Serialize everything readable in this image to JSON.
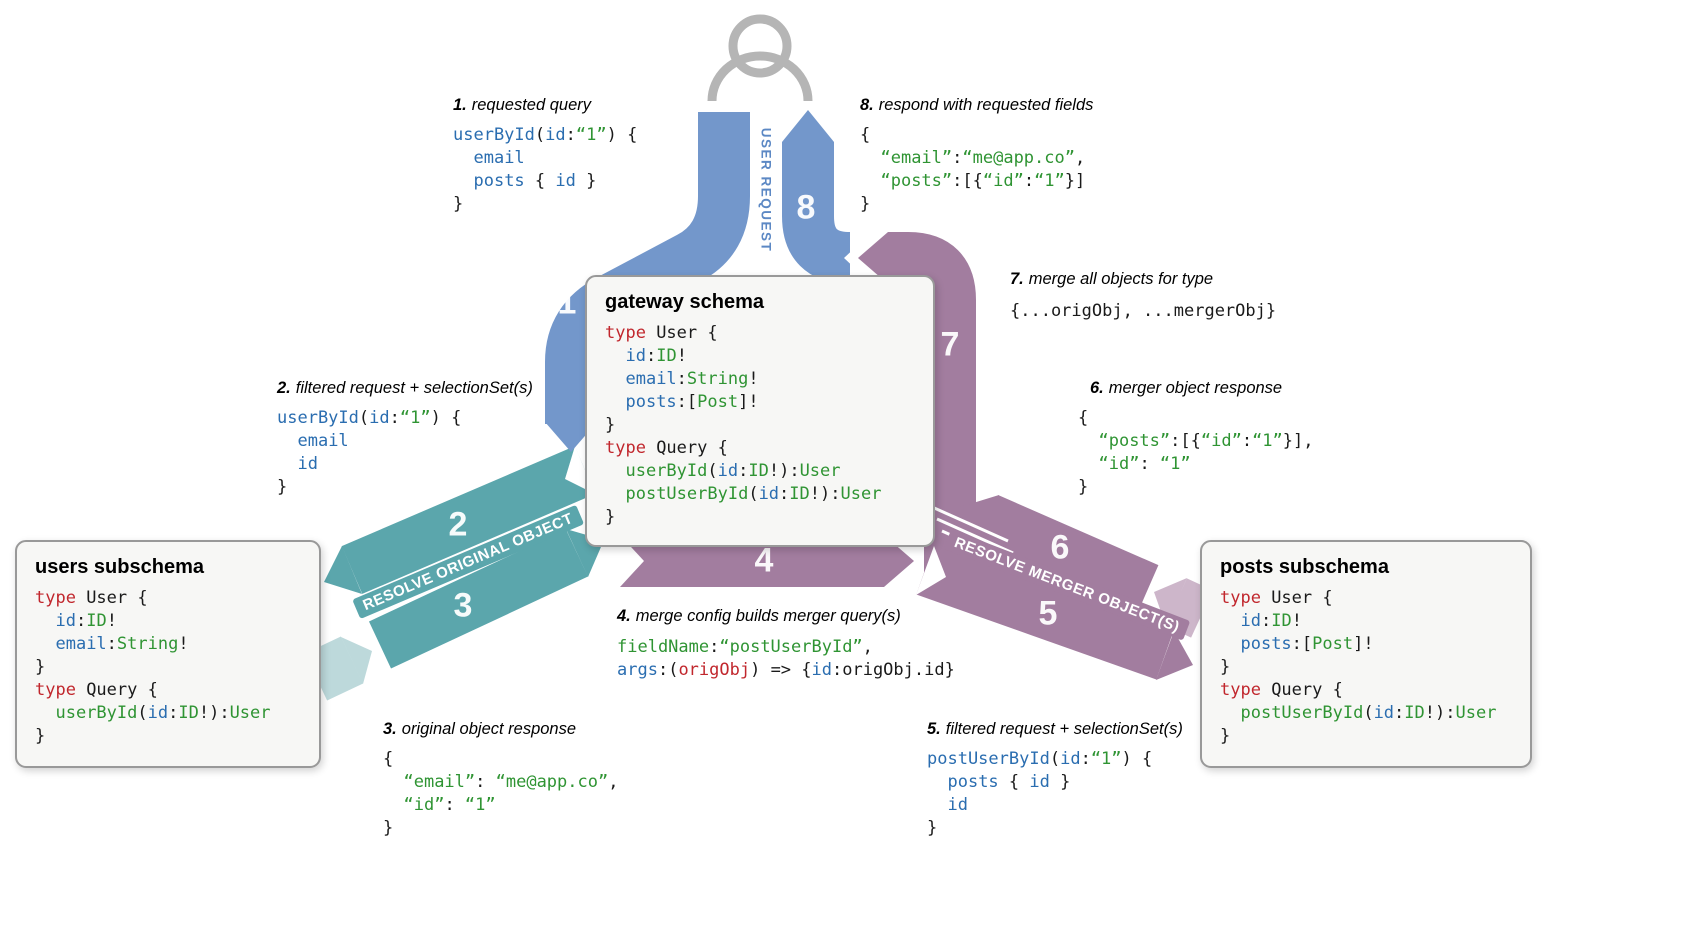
{
  "colors": {
    "blue": "#7397cb",
    "blue_label": "#5c88c4",
    "teal": "#5ba6ac",
    "teal_light": "#bdd9db",
    "purple": "#a27d9f",
    "purple_light": "#cdb6ca",
    "icon_gray": "#b5b5b5",
    "code_red": "#c1272d",
    "code_blue": "#2a6db0",
    "code_green": "#2f9433"
  },
  "arrows": {
    "numbers": {
      "n1": "1",
      "n2": "2",
      "n3": "3",
      "n4": "4",
      "n5": "5",
      "n6": "6",
      "n7": "7",
      "n8": "8"
    },
    "labels": {
      "user_request": "USER REQUEST",
      "resolve_original": "RESOLVE ORIGINAL OBJECT",
      "resolve_merger": "RESOLVE MERGER OBJECT(S)"
    }
  },
  "panels": {
    "gateway": {
      "title": "gateway schema",
      "code": [
        [
          [
            "k",
            "type"
          ],
          [
            "d",
            " User {"
          ]
        ],
        [
          [
            "d",
            "  "
          ],
          [
            "b",
            "id"
          ],
          [
            "d",
            ":"
          ],
          [
            "g",
            "ID"
          ],
          [
            "d",
            "!"
          ]
        ],
        [
          [
            "d",
            "  "
          ],
          [
            "b",
            "email"
          ],
          [
            "d",
            ":"
          ],
          [
            "g",
            "String"
          ],
          [
            "d",
            "!"
          ]
        ],
        [
          [
            "d",
            "  "
          ],
          [
            "b",
            "posts"
          ],
          [
            "d",
            ":["
          ],
          [
            "g",
            "Post"
          ],
          [
            "d",
            "]!"
          ]
        ],
        [
          [
            "d",
            "}"
          ]
        ],
        [
          [
            "k",
            "type"
          ],
          [
            "d",
            " Query {"
          ]
        ],
        [
          [
            "d",
            "  "
          ],
          [
            "g",
            "userById"
          ],
          [
            "d",
            "("
          ],
          [
            "b",
            "id"
          ],
          [
            "d",
            ":"
          ],
          [
            "g",
            "ID"
          ],
          [
            "d",
            "!):"
          ],
          [
            "g",
            "User"
          ]
        ],
        [
          [
            "d",
            "  "
          ],
          [
            "g",
            "postUserById"
          ],
          [
            "d",
            "("
          ],
          [
            "b",
            "id"
          ],
          [
            "d",
            ":"
          ],
          [
            "g",
            "ID"
          ],
          [
            "d",
            "!):"
          ],
          [
            "g",
            "User"
          ]
        ],
        [
          [
            "d",
            "}"
          ]
        ]
      ]
    },
    "users": {
      "title": "users subschema",
      "code": [
        [
          [
            "k",
            "type"
          ],
          [
            "d",
            " User {"
          ]
        ],
        [
          [
            "d",
            "  "
          ],
          [
            "b",
            "id"
          ],
          [
            "d",
            ":"
          ],
          [
            "g",
            "ID"
          ],
          [
            "d",
            "!"
          ]
        ],
        [
          [
            "d",
            "  "
          ],
          [
            "b",
            "email"
          ],
          [
            "d",
            ":"
          ],
          [
            "g",
            "String"
          ],
          [
            "d",
            "!"
          ]
        ],
        [
          [
            "d",
            "}"
          ]
        ],
        [
          [
            "k",
            "type"
          ],
          [
            "d",
            " Query {"
          ]
        ],
        [
          [
            "d",
            "  "
          ],
          [
            "g",
            "userById"
          ],
          [
            "d",
            "("
          ],
          [
            "b",
            "id"
          ],
          [
            "d",
            ":"
          ],
          [
            "g",
            "ID"
          ],
          [
            "d",
            "!):"
          ],
          [
            "g",
            "User"
          ]
        ],
        [
          [
            "d",
            "}"
          ]
        ]
      ]
    },
    "posts": {
      "title": "posts subschema",
      "code": [
        [
          [
            "k",
            "type"
          ],
          [
            "d",
            " User {"
          ]
        ],
        [
          [
            "d",
            "  "
          ],
          [
            "b",
            "id"
          ],
          [
            "d",
            ":"
          ],
          [
            "g",
            "ID"
          ],
          [
            "d",
            "!"
          ]
        ],
        [
          [
            "d",
            "  "
          ],
          [
            "b",
            "posts"
          ],
          [
            "d",
            ":["
          ],
          [
            "g",
            "Post"
          ],
          [
            "d",
            "]!"
          ]
        ],
        [
          [
            "d",
            "}"
          ]
        ],
        [
          [
            "k",
            "type"
          ],
          [
            "d",
            " Query {"
          ]
        ],
        [
          [
            "d",
            "  "
          ],
          [
            "g",
            "postUserById"
          ],
          [
            "d",
            "("
          ],
          [
            "b",
            "id"
          ],
          [
            "d",
            ":"
          ],
          [
            "g",
            "ID"
          ],
          [
            "d",
            "!):"
          ],
          [
            "g",
            "User"
          ]
        ],
        [
          [
            "d",
            "}"
          ]
        ]
      ]
    }
  },
  "annotations": {
    "step1": {
      "num": "1.",
      "label": "requested query",
      "code": [
        [
          [
            "b",
            "userById"
          ],
          [
            "d",
            "("
          ],
          [
            "b",
            "id"
          ],
          [
            "d",
            ":"
          ],
          [
            "g",
            "“1”"
          ],
          [
            "d",
            ") {"
          ]
        ],
        [
          [
            "d",
            "  "
          ],
          [
            "b",
            "email"
          ]
        ],
        [
          [
            "d",
            "  "
          ],
          [
            "b",
            "posts"
          ],
          [
            "d",
            " { "
          ],
          [
            "b",
            "id"
          ],
          [
            "d",
            " }"
          ]
        ],
        [
          [
            "d",
            "}"
          ]
        ]
      ]
    },
    "step2": {
      "num": "2.",
      "label": "filtered request + selectionSet(s)",
      "code": [
        [
          [
            "b",
            "userById"
          ],
          [
            "d",
            "("
          ],
          [
            "b",
            "id"
          ],
          [
            "d",
            ":"
          ],
          [
            "g",
            "“1”"
          ],
          [
            "d",
            ") {"
          ]
        ],
        [
          [
            "d",
            "  "
          ],
          [
            "b",
            "email"
          ]
        ],
        [
          [
            "d",
            "  "
          ],
          [
            "b",
            "id"
          ]
        ],
        [
          [
            "d",
            "}"
          ]
        ]
      ]
    },
    "step3": {
      "num": "3.",
      "label": "original object response",
      "code": [
        [
          [
            "d",
            "{"
          ]
        ],
        [
          [
            "d",
            "  "
          ],
          [
            "g",
            "“email”"
          ],
          [
            "d",
            ": "
          ],
          [
            "g",
            "“me@app.co”"
          ],
          [
            "d",
            ","
          ]
        ],
        [
          [
            "d",
            "  "
          ],
          [
            "g",
            "“id”"
          ],
          [
            "d",
            ": "
          ],
          [
            "g",
            "“1”"
          ]
        ],
        [
          [
            "d",
            "}"
          ]
        ]
      ]
    },
    "step4": {
      "num": "4.",
      "label": "merge config builds merger query(s)",
      "code": [
        [
          [
            "g",
            "fieldName"
          ],
          [
            "d",
            ":"
          ],
          [
            "g",
            "“postUserById”"
          ],
          [
            "d",
            ","
          ]
        ],
        [
          [
            "b",
            "args"
          ],
          [
            "d",
            ":("
          ],
          [
            "r",
            "origObj"
          ],
          [
            "d",
            ") => {"
          ],
          [
            "b",
            "id"
          ],
          [
            "d",
            ":origObj.id}"
          ]
        ]
      ]
    },
    "step5": {
      "num": "5.",
      "label": "filtered request + selectionSet(s)",
      "code": [
        [
          [
            "b",
            "postUserById"
          ],
          [
            "d",
            "("
          ],
          [
            "b",
            "id"
          ],
          [
            "d",
            ":"
          ],
          [
            "g",
            "“1”"
          ],
          [
            "d",
            ") {"
          ]
        ],
        [
          [
            "d",
            "  "
          ],
          [
            "b",
            "posts"
          ],
          [
            "d",
            " { "
          ],
          [
            "b",
            "id"
          ],
          [
            "d",
            " }"
          ]
        ],
        [
          [
            "d",
            "  "
          ],
          [
            "b",
            "id"
          ]
        ],
        [
          [
            "d",
            "}"
          ]
        ]
      ]
    },
    "step6": {
      "num": "6.",
      "label": "merger object response",
      "code": [
        [
          [
            "d",
            "{"
          ]
        ],
        [
          [
            "d",
            "  "
          ],
          [
            "g",
            "“posts”"
          ],
          [
            "d",
            ":[{"
          ],
          [
            "g",
            "“id”"
          ],
          [
            "d",
            ":"
          ],
          [
            "g",
            "“1”"
          ],
          [
            "d",
            "}],"
          ]
        ],
        [
          [
            "d",
            "  "
          ],
          [
            "g",
            "“id”"
          ],
          [
            "d",
            ": "
          ],
          [
            "g",
            "“1”"
          ]
        ],
        [
          [
            "d",
            "}"
          ]
        ]
      ]
    },
    "step7": {
      "num": "7.",
      "label": "merge all objects for type",
      "code": [
        [
          [
            "d",
            "{...origObj, ...mergerObj}"
          ]
        ]
      ]
    },
    "step8": {
      "num": "8.",
      "label": "respond with requested fields",
      "code": [
        [
          [
            "d",
            "{"
          ]
        ],
        [
          [
            "d",
            "  "
          ],
          [
            "g",
            "“email”"
          ],
          [
            "d",
            ":"
          ],
          [
            "g",
            "“me@app.co”"
          ],
          [
            "d",
            ","
          ]
        ],
        [
          [
            "d",
            "  "
          ],
          [
            "g",
            "“posts”"
          ],
          [
            "d",
            ":[{"
          ],
          [
            "g",
            "“id”"
          ],
          [
            "d",
            ":"
          ],
          [
            "g",
            "“1”"
          ],
          [
            "d",
            "}]"
          ]
        ],
        [
          [
            "d",
            "}"
          ]
        ]
      ]
    }
  }
}
